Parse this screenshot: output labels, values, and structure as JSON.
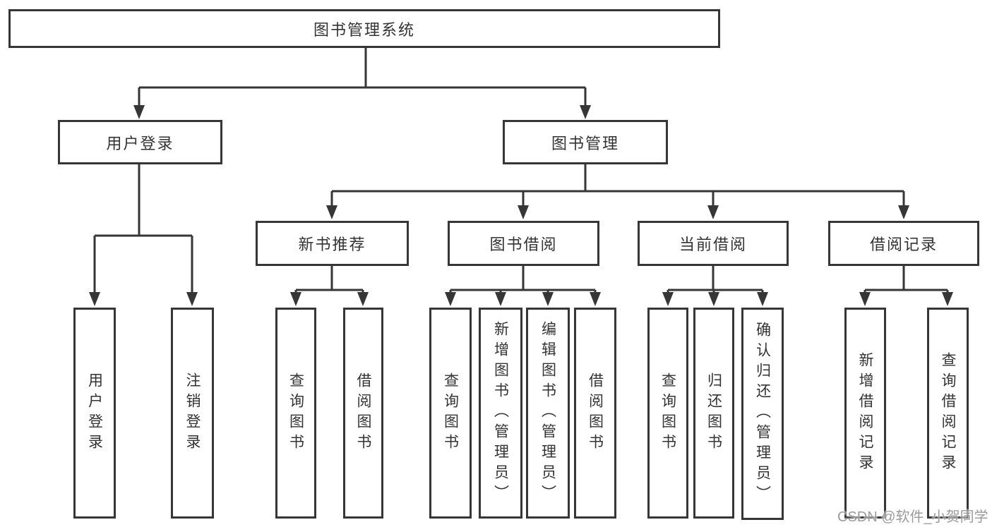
{
  "diagram": {
    "root": {
      "label": "图书管理系统"
    },
    "branches": [
      {
        "label": "用户登录",
        "children": [
          {
            "label": "用户登录"
          },
          {
            "label": "注销登录"
          }
        ]
      },
      {
        "label": "图书管理",
        "sections": [
          {
            "label": "新书推荐",
            "children": [
              {
                "label": "查询图书"
              },
              {
                "label": "借阅图书"
              }
            ]
          },
          {
            "label": "图书借阅",
            "children": [
              {
                "label": "查询图书"
              },
              {
                "label": "新增图书（管理员）"
              },
              {
                "label": "编辑图书（管理员）"
              },
              {
                "label": "借阅图书"
              }
            ]
          },
          {
            "label": "当前借阅",
            "children": [
              {
                "label": "查询图书"
              },
              {
                "label": "归还图书"
              },
              {
                "label": "确认归还（管理员）"
              }
            ]
          },
          {
            "label": "借阅记录",
            "children": [
              {
                "label": "新增借阅记录"
              },
              {
                "label": "查询借阅记录"
              }
            ]
          }
        ]
      }
    ]
  },
  "watermark": {
    "text": "CSDN @软件_小贺同学"
  },
  "colors": {
    "line": "#363636",
    "box_border": "#363636",
    "box_fill": "#ffffff",
    "text": "#333333",
    "watermark": "#828282",
    "background": "#ffffff"
  }
}
